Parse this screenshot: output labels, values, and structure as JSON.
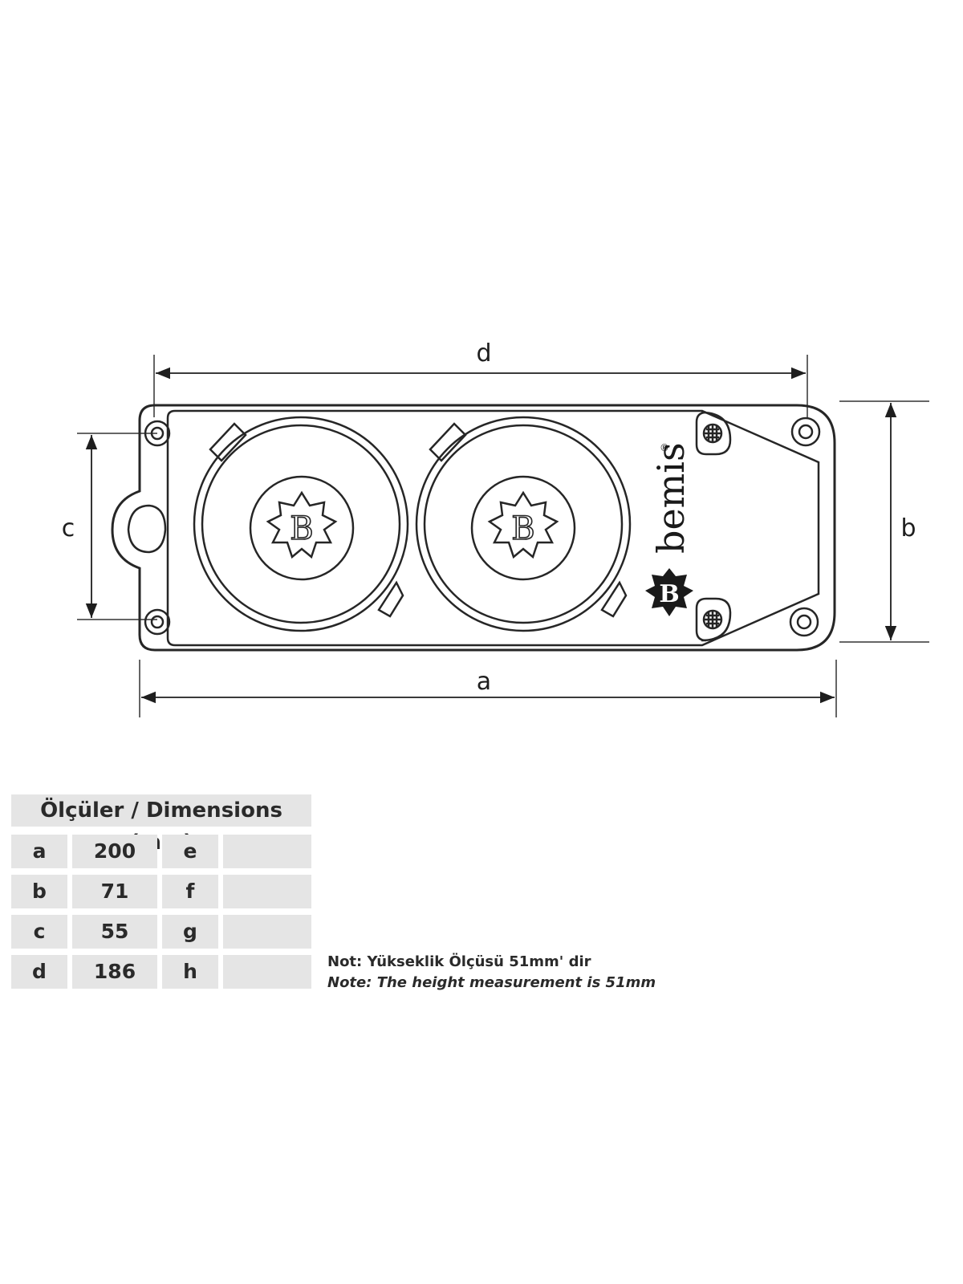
{
  "diagram": {
    "labels": {
      "d": "d",
      "c": "c",
      "b": "b",
      "a": "a"
    },
    "brand": {
      "name": "bemis",
      "mark": "®",
      "logo_letter": "B"
    },
    "socket_letter": "B"
  },
  "table": {
    "title": "Ölçüler / Dimensions (mm)",
    "rows": [
      {
        "k1": "a",
        "v1": "200",
        "k2": "e",
        "v2": ""
      },
      {
        "k1": "b",
        "v1": "71",
        "k2": "f",
        "v2": ""
      },
      {
        "k1": "c",
        "v1": "55",
        "k2": "g",
        "v2": ""
      },
      {
        "k1": "d",
        "v1": "186",
        "k2": "h",
        "v2": ""
      }
    ]
  },
  "notes": {
    "tr": "Not:  Yükseklik Ölçüsü 51mm' dir",
    "en": "Note: The height measurement is 51mm"
  }
}
